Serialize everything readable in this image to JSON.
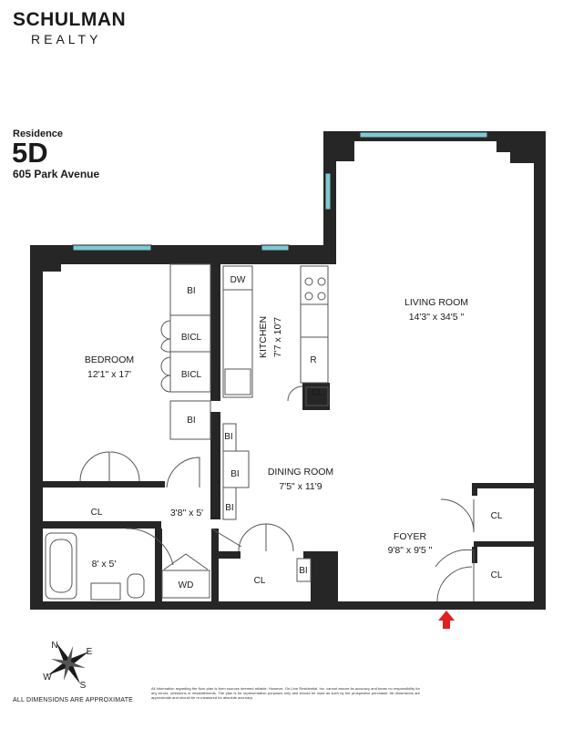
{
  "brand": {
    "name": "SCHULMAN",
    "sub": "REALTY"
  },
  "residence": {
    "label": "Residence",
    "unit": "5D",
    "address": "605 Park Avenue"
  },
  "rooms": {
    "living": {
      "name": "LIVING ROOM",
      "dims": "14'3\" x 34'5 \""
    },
    "bedroom": {
      "name": "BEDROOM",
      "dims": "12'1\" x 17'"
    },
    "kitchen": {
      "name": "KITCHEN",
      "dims": "7'7 x 10'7"
    },
    "dining": {
      "name": "DINING ROOM",
      "dims": "7'5\" x 11'9"
    },
    "foyer": {
      "name": "FOYER",
      "dims": "9'8\" x 9'5 \""
    },
    "bath": {
      "dims": "8' x 5'"
    },
    "hall": {
      "dims": "3'8\" x 5'"
    }
  },
  "fixtures": {
    "dw": "DW",
    "r": "R",
    "cl": "CL",
    "bi": "BI",
    "bicl": "BICL",
    "wd": "WD"
  },
  "compass": {
    "n": "N",
    "e": "E",
    "s": "S",
    "w": "W"
  },
  "footer": {
    "dims_note": "ALL DIMENSIONS ARE APPROXIMATE",
    "disclaimer": "All information regarding the floor plan is from sources deemed reliable. However, On-Line Residential, Inc. cannot assure its accuracy and bears no responsibility for any errors, omissions or misstatements. The plan is for representation purposes only and should be used as such by the prospective purchaser. All dimensions are approximate and should be re-measured for absolute accuracy."
  },
  "colors": {
    "wall": "#262626",
    "window": "#7fc9d3",
    "entry_arrow": "#e02020",
    "fixture_line": "#555555"
  }
}
